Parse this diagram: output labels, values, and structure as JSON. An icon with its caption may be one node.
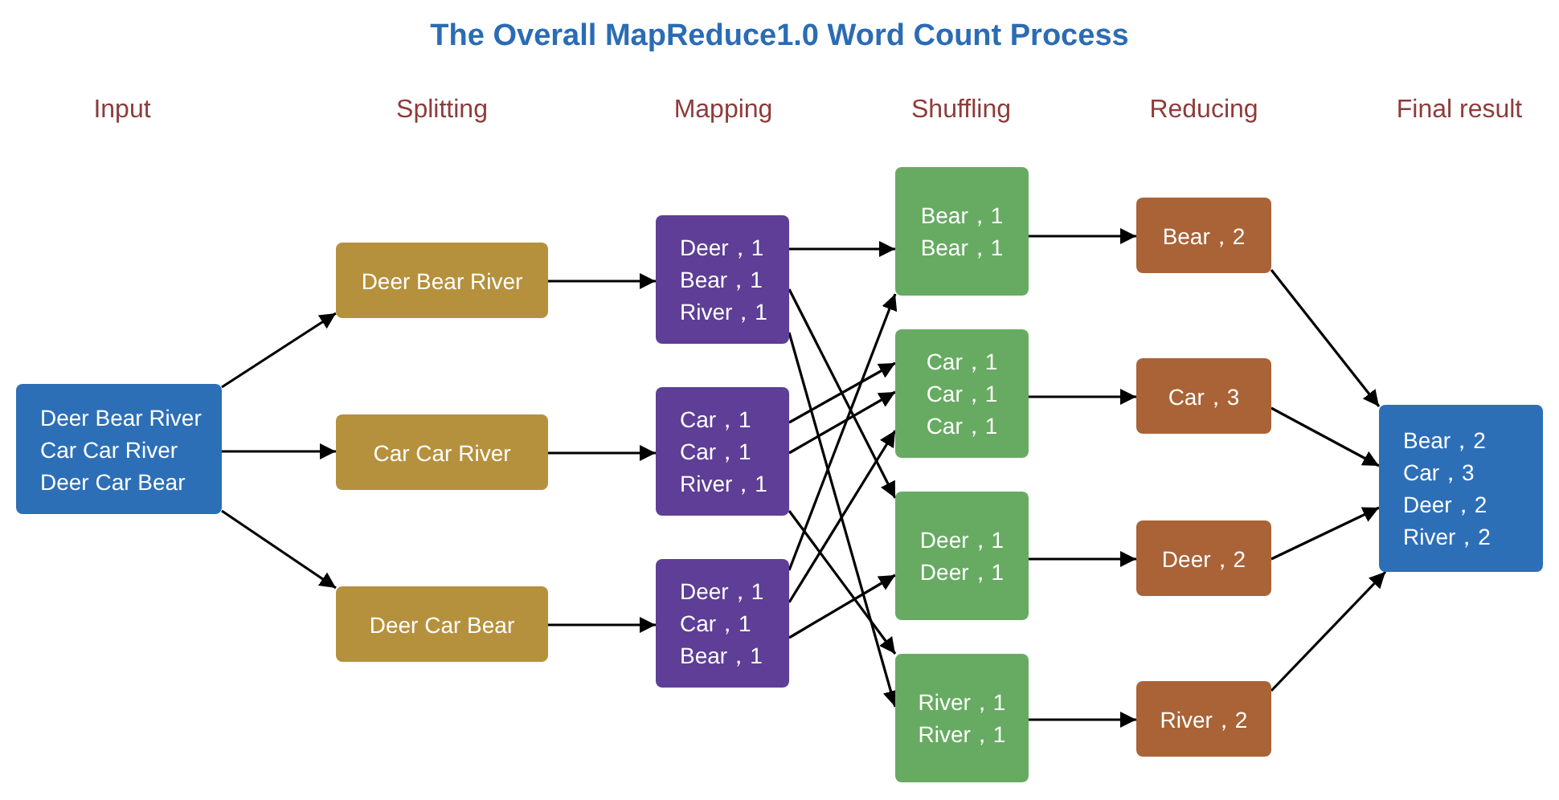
{
  "diagram": {
    "title": "The Overall MapReduce1.0 Word Count Process",
    "nodes": [
      {
        "text": [
          "Deer Bear River",
          "Car Car River",
          "Deer Car Bear"
        ]
      },
      {
        "text": [
          "Deer Bear River"
        ]
      },
      {
        "text": [
          "Car Car River"
        ]
      },
      {
        "text": [
          "Deer Car Bear"
        ]
      },
      {
        "text": [
          "Deer，1",
          "Bear，1",
          "River，1"
        ]
      },
      {
        "text": [
          "Car，1",
          "Car，1",
          "River，1"
        ]
      },
      {
        "text": [
          "Deer，1",
          "Car，1",
          "Bear，1"
        ]
      },
      {
        "text": [
          "Bear，1",
          "Bear，1"
        ]
      },
      {
        "text": [
          "Car，1",
          "Car，1",
          "Car，1"
        ]
      },
      {
        "text": [
          "Deer，1",
          "Deer，1"
        ]
      },
      {
        "text": [
          "River，1",
          "River，1"
        ]
      },
      {
        "text": [
          "Bear，2"
        ]
      },
      {
        "text": [
          "Car，3"
        ]
      },
      {
        "text": [
          "Deer，2"
        ]
      },
      {
        "text": [
          "River，2"
        ]
      },
      {
        "text": [
          "Bear，2",
          "Car，3",
          "Deer，2",
          "River，2"
        ]
      }
    ],
    "edges": [
      {
        "from": 0,
        "to": 1,
        "arrow": "to"
      },
      {
        "from": 0,
        "to": 2,
        "arrow": "to"
      },
      {
        "from": 0,
        "to": 3,
        "arrow": "to"
      },
      {
        "from": 1,
        "to": 4,
        "arrow": "to"
      },
      {
        "from": 2,
        "to": 5,
        "arrow": "to"
      },
      {
        "from": 3,
        "to": 6,
        "arrow": "to"
      },
      {
        "from": 4,
        "to": 7,
        "arrow": "to"
      },
      {
        "from": 4,
        "to": 9,
        "arrow": "to"
      },
      {
        "from": 4,
        "to": 10,
        "arrow": "to"
      },
      {
        "from": 5,
        "to": 8,
        "arrow": "to"
      },
      {
        "from": 5,
        "to": 8,
        "arrow": "to"
      },
      {
        "from": 5,
        "to": 10,
        "arrow": "to"
      },
      {
        "from": 6,
        "to": 7,
        "arrow": "to"
      },
      {
        "from": 6,
        "to": 8,
        "arrow": "to"
      },
      {
        "from": 6,
        "to": 9,
        "arrow": "to"
      },
      {
        "from": 7,
        "to": 11,
        "arrow": "to"
      },
      {
        "from": 8,
        "to": 12,
        "arrow": "to"
      },
      {
        "from": 9,
        "to": 13,
        "arrow": "to"
      },
      {
        "from": 10,
        "to": 14,
        "arrow": "to"
      },
      {
        "from": 11,
        "to": 15,
        "arrow": "to"
      },
      {
        "from": 12,
        "to": 15,
        "arrow": "to"
      },
      {
        "from": 13,
        "to": 15,
        "arrow": "to"
      },
      {
        "from": 14,
        "to": 15,
        "arrow": "to"
      }
    ],
    "labels": [
      "Input",
      "Splitting",
      "Mapping",
      "Shuffling",
      "Reducing",
      "Final result"
    ]
  }
}
